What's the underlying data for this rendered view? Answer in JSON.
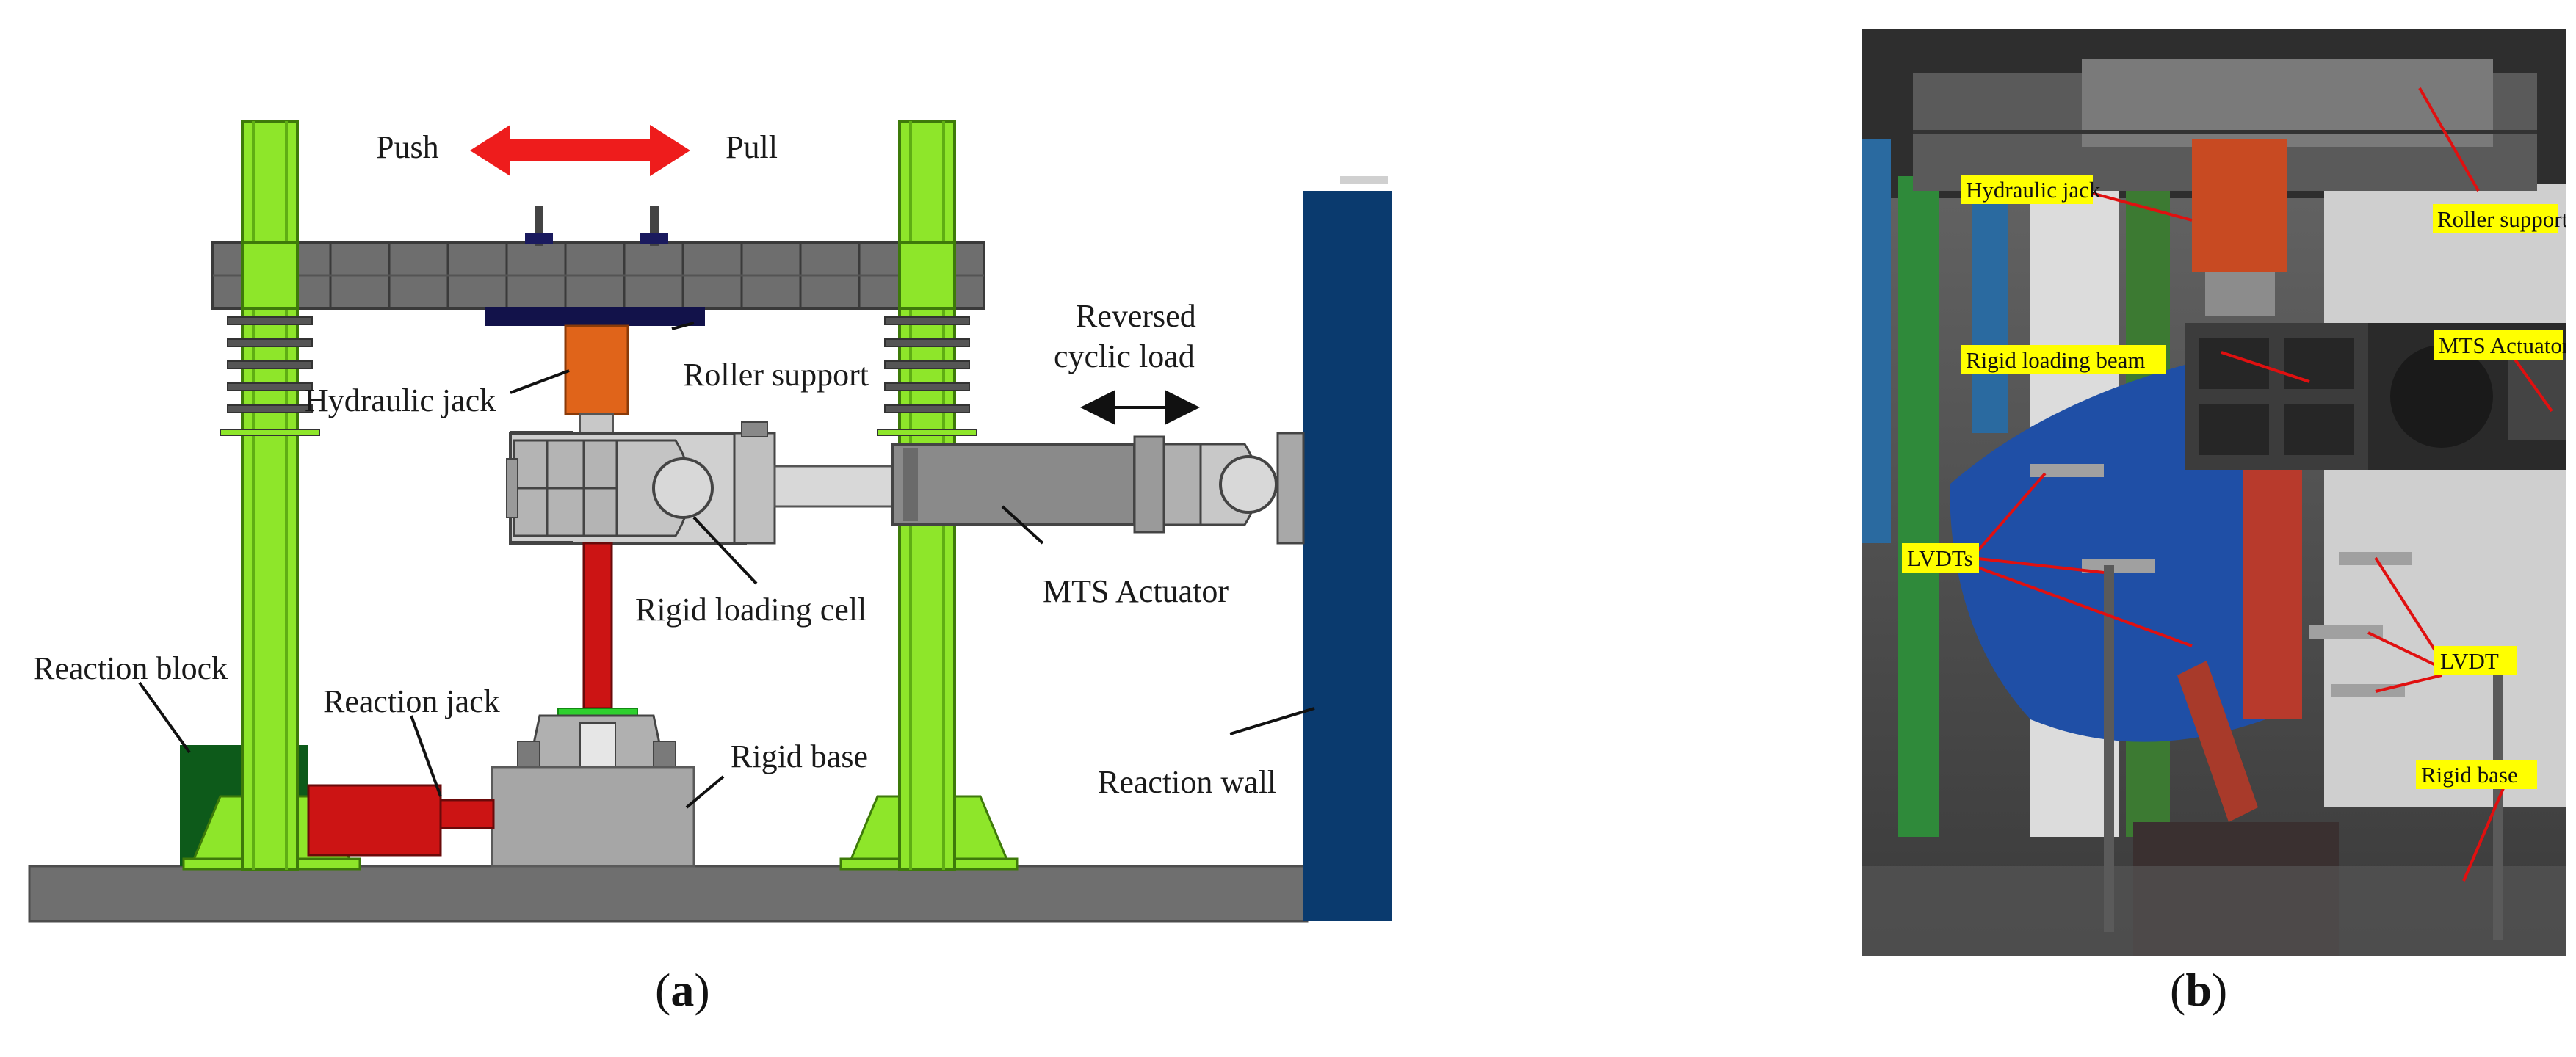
{
  "panel_a": {
    "caption_letter": "a",
    "labels": {
      "push": "Push",
      "pull": "Pull",
      "hydraulic_jack": "Hydraulic jack",
      "roller_support": "Roller support",
      "reversed_line1": "Reversed",
      "reversed_line2": "cyclic load",
      "rigid_loading_cell": "Rigid loading  cell",
      "mts_actuator": "MTS Actuator",
      "reaction_block": "Reaction block",
      "reaction_jack": "Reaction jack",
      "rigid_base": "Rigid base",
      "reaction_wall": "Reaction wall"
    },
    "colors": {
      "frame_columns": "#8ee62a",
      "top_beam": "#6e6e6e",
      "hydraulic_jack": "#e0641a",
      "red_members": "#cc1414",
      "reaction_block": "#0d5a1a",
      "reaction_wall": "#0a3a6e",
      "push_pull_arrow": "#ee1c1c"
    }
  },
  "panel_b": {
    "caption_letter": "b",
    "labels": {
      "hydraulic_jack": "Hydraulic jack",
      "roller_support": "Roller support",
      "mts_actuator": "MTS Actuator",
      "rigid_loading_beam": "Rigid loading beam",
      "lvdts": "LVDTs",
      "lvdt": "LVDT",
      "rigid_base": "Rigid base"
    },
    "colors": {
      "label_background": "#ffff00",
      "leader_lines": "#e01010"
    }
  }
}
